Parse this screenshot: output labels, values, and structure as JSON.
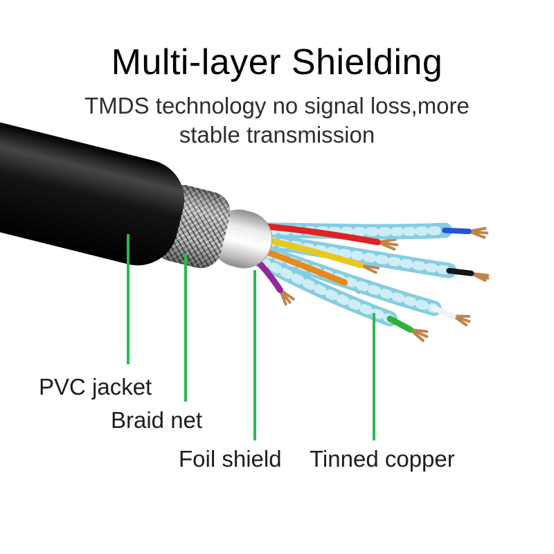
{
  "title": "Multi-layer Shielding",
  "subtitle": {
    "line1": "TMDS technology no signal loss,more",
    "line2": "stable transmission"
  },
  "callouts": [
    {
      "id": "pvc-jacket",
      "label": "PVC jacket"
    },
    {
      "id": "braid-net",
      "label": "Braid net"
    },
    {
      "id": "foil-shield",
      "label": "Foil shield"
    },
    {
      "id": "tinned-copper",
      "label": "Tinned copper"
    }
  ],
  "colors": {
    "leader_green": "#2db84e",
    "copper": "#bf8448",
    "pair_shield": "#85cde2",
    "text": "#1d1d1d",
    "background": "#ffffff"
  },
  "wires": [
    {
      "name": "wire-red",
      "color": "#e02222"
    },
    {
      "name": "wire-yellow",
      "color": "#e9c81c"
    },
    {
      "name": "wire-orange",
      "color": "#e8891b"
    },
    {
      "name": "wire-purple",
      "color": "#93279d"
    },
    {
      "name": "wire-green",
      "color": "#2eb23e"
    },
    {
      "name": "wire-blue",
      "color": "#2356cf"
    },
    {
      "name": "wire-black",
      "color": "#151515"
    },
    {
      "name": "wire-white",
      "color": "#f2f2f2"
    }
  ]
}
